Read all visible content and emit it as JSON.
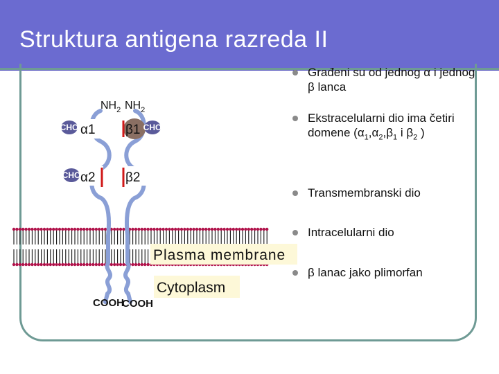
{
  "slide": {
    "title": "Struktura antigena razreda II",
    "bullets": [
      {
        "text": "Građeni su od jednog α i jednog β lanca"
      },
      {
        "parts": [
          "Ekstracelularni dio ima četiri domene (α",
          "1",
          ",α",
          "2",
          ",β",
          "1",
          " i β",
          "2",
          " )"
        ]
      },
      {
        "text": "Transmembranski dio"
      },
      {
        "text": "Intracelularni dio"
      },
      {
        "text": "β lanac jako plimorfan"
      }
    ]
  },
  "diagram": {
    "nh2_left": "NH",
    "nh2_right": "NH",
    "nh2_sub": "2",
    "cho": "CHO",
    "alpha1": "α1",
    "beta1": "β1",
    "alpha2": "α2",
    "beta2": "β2",
    "membrane_label": "Plasma membrane",
    "cytoplasm_label": "Cytoplasm",
    "cooh_left": "COOH",
    "cooh_right": "COOH",
    "colors": {
      "chain": "#8a9fd6",
      "beta_domain": "#8a6f63",
      "sugar": "#5a5a9a",
      "disulfide": "#d01818",
      "label_box": "#fdf8d8",
      "accent": "#6b6bd0"
    }
  }
}
